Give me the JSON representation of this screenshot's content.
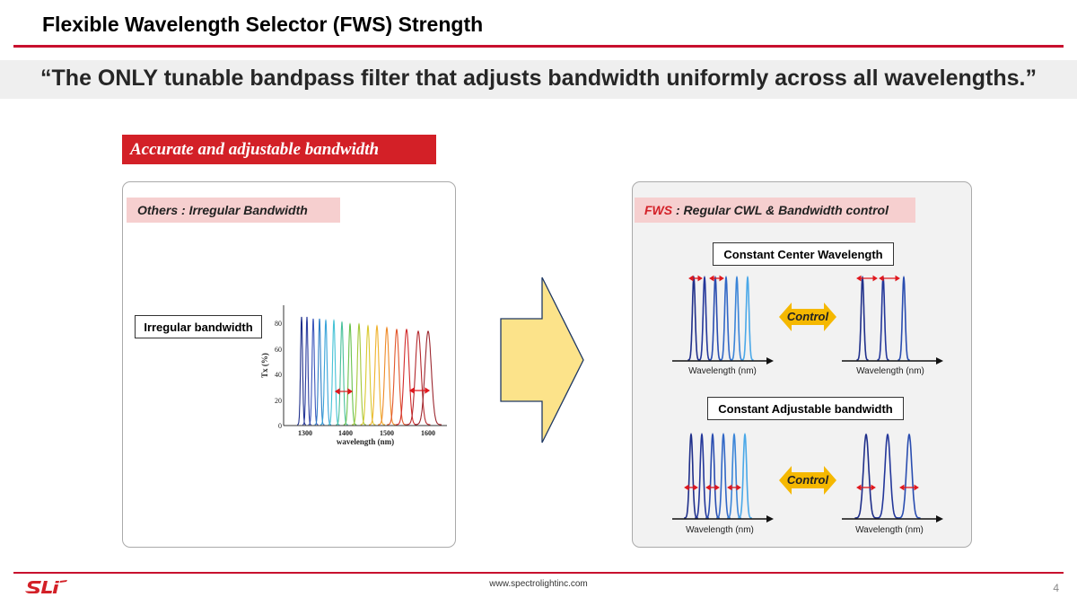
{
  "header": {
    "title": "Flexible Wavelength Selector (FWS) Strength",
    "tagline": "“The ONLY tunable bandpass filter that adjusts bandwidth uniformly across all wavelengths.”"
  },
  "section": {
    "badge": "Accurate and adjustable bandwidth"
  },
  "left_panel": {
    "pill": "Others : Irregular Bandwidth",
    "callout": "Irregular bandwidth",
    "plot": {
      "ylabel": "Tx (%)",
      "xlabel": "wavelength (nm)",
      "y_ticks": [
        "0",
        "20",
        "40",
        "60",
        "80"
      ],
      "x_ticks": [
        "1300",
        "1400",
        "1500",
        "1600"
      ]
    }
  },
  "transition_arrow": {
    "icon": "right-arrow-icon",
    "color": "#fce38a"
  },
  "right_panel": {
    "pill_prefix": "FWS",
    "pill_suffix": " : Regular CWL & Bandwidth control",
    "cwl": {
      "label": "Constant Center Wavelength",
      "control": "Control",
      "axis_left": "Wavelength (nm)",
      "axis_right": "Wavelength (nm)"
    },
    "bw": {
      "label": "Constant Adjustable bandwidth",
      "control": "Control",
      "axis_left": "Wavelength (nm)",
      "axis_right": "Wavelength (nm)"
    }
  },
  "footer": {
    "logo": "SLI",
    "url": "www.spectrolightinc.com",
    "page": "4"
  },
  "colors": {
    "accent": "#d32027",
    "control_arrow": "#f5b800",
    "peak_dark": "#1f2f8a",
    "peak_light": "#4aa8e8"
  }
}
